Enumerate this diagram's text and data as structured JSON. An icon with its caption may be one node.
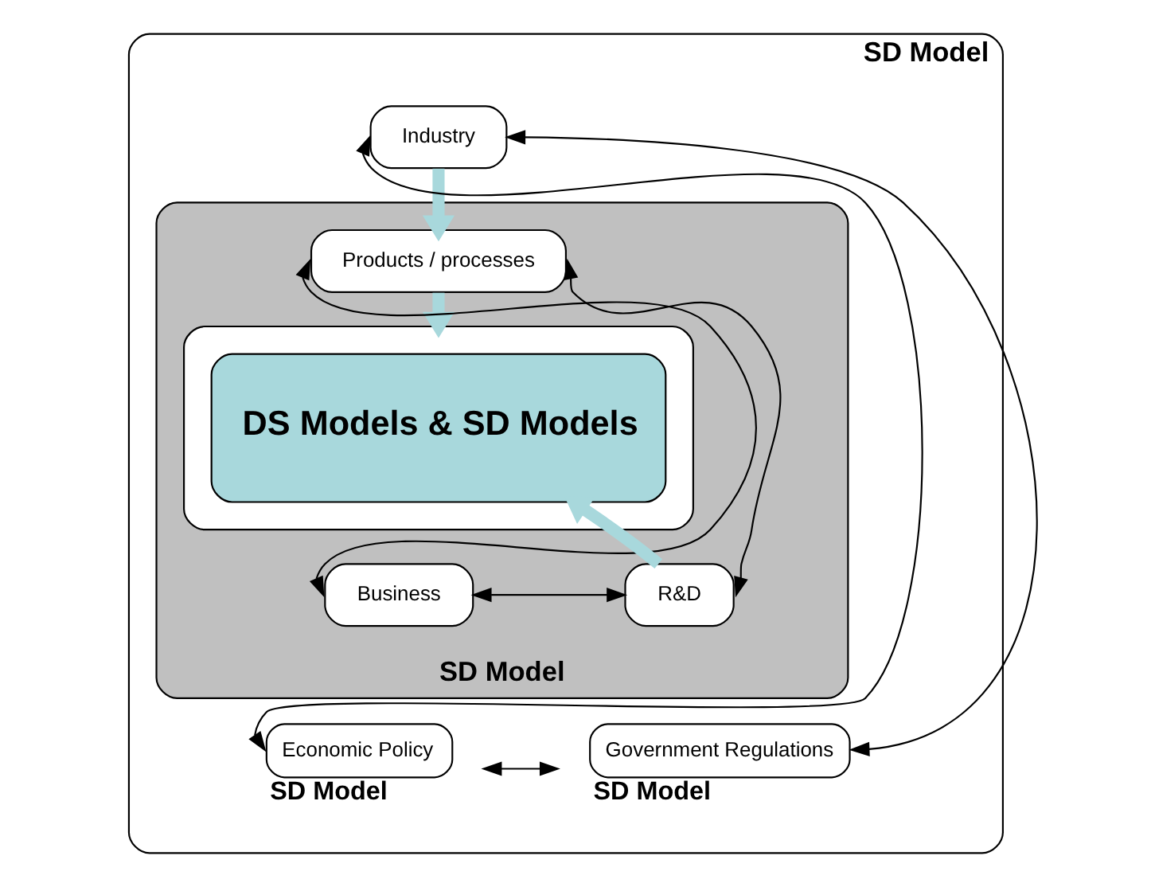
{
  "diagram": {
    "nodes": [
      {
        "text": [
          "SD Model"
        ]
      },
      {
        "text": [
          "Industry"
        ],
        "in": 0
      },
      {
        "text": [
          "SD Model"
        ],
        "in": 0
      },
      {
        "text": [
          "Products / processes"
        ],
        "in": 2
      },
      {
        "text": [],
        "shape": "box",
        "in": 2
      },
      {
        "text": [
          "DS Models & SD Models"
        ],
        "in": 4
      },
      {
        "text": [
          "Business"
        ],
        "in": 2
      },
      {
        "text": [
          "R&D"
        ],
        "in": 2
      },
      {
        "text": [
          "Economic Policy"
        ],
        "in": 0,
        "beside": [
          "SD Model"
        ]
      },
      {
        "text": [
          "Government Regulations"
        ],
        "in": 0,
        "beside": [
          "SD Model"
        ]
      }
    ],
    "edges": [
      {
        "from": 1,
        "to": 3,
        "arrow": "to",
        "style": "thick",
        "color": "#a8d8dc"
      },
      {
        "from": 3,
        "to": 4,
        "arrow": "to",
        "style": "thick",
        "color": "#a8d8dc"
      },
      {
        "from": 7,
        "to": 5,
        "arrow": "to",
        "style": "thick",
        "color": "#a8d8dc"
      },
      {
        "from": 8,
        "to": 1,
        "arrow": "both"
      },
      {
        "from": 9,
        "to": 1,
        "arrow": "both"
      },
      {
        "from": 8,
        "to": 9,
        "arrow": "both"
      },
      {
        "from": 6,
        "to": 3,
        "arrow": "both"
      },
      {
        "from": 7,
        "to": 3,
        "arrow": "both"
      },
      {
        "from": 6,
        "to": 7,
        "arrow": "both"
      }
    ]
  }
}
